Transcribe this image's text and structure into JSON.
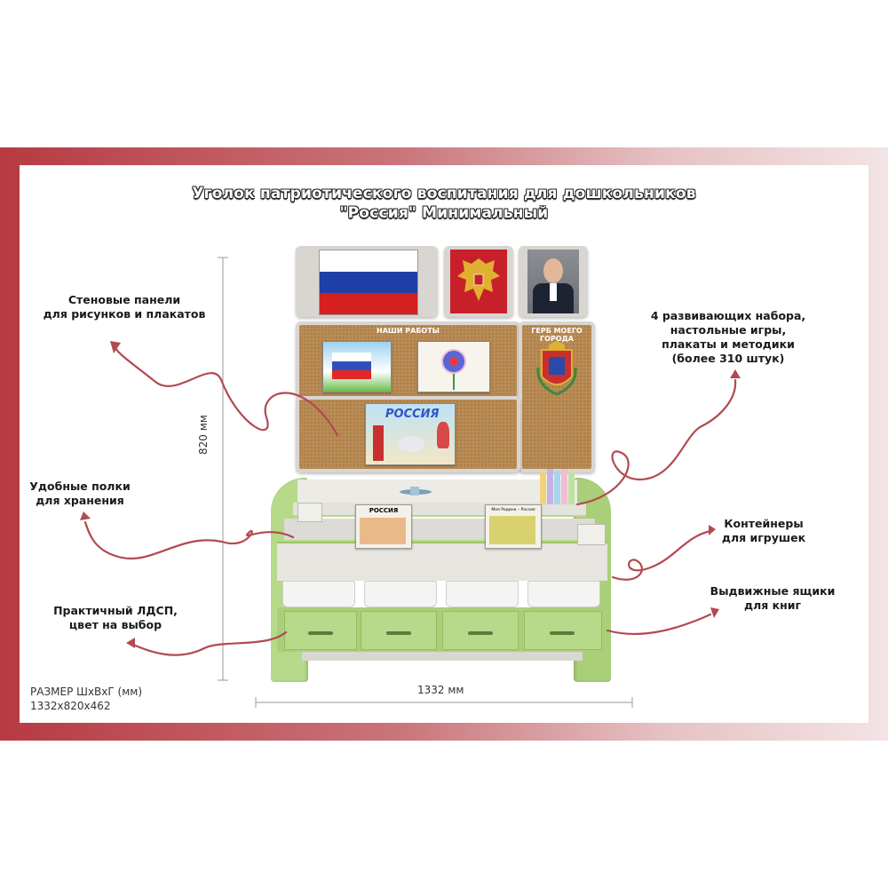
{
  "title": {
    "line1": "Уголок патриотического воспитания для дошкольников",
    "line2": "\"Россия\" Минимальный"
  },
  "callouts": {
    "wall_panels_line1": "Стеновые панели",
    "wall_panels_line2": "для рисунков и плакатов",
    "sets_line1": "4 развивающих набора,",
    "sets_line2": "настольные игры,",
    "sets_line3": "плакаты и методики",
    "sets_line4": "(более 310 штук)",
    "shelves_line1": "Удобные полки",
    "shelves_line2": "для хранения",
    "containers_line1": "Контейнеры",
    "containers_line2": "для игрушек",
    "material_line1": "Практичный ЛДСП,",
    "material_line2": "цвет на выбор",
    "drawers_line1": "Выдвижные ящики",
    "drawers_line2": "для книг"
  },
  "board": {
    "our_works": "НАШИ РАБОТЫ",
    "coat_of_arms": "ГЕРБ МОЕГО ГОРОДА",
    "drawing_russia": "РОССИЯ"
  },
  "shelf_books": {
    "book1": "РОССИЯ",
    "book2": "Моя Родина – Россия"
  },
  "dimensions": {
    "height": "820 мм",
    "width": "1332 мм",
    "size_label": "РАЗМЕР ШхВхГ (мм)",
    "size_value": "1332x820x462"
  },
  "colors": {
    "frame": "#b73a42",
    "arrow": "#b24a52",
    "cabinet_green": "#b7d98a",
    "cork": "#b98b56"
  }
}
